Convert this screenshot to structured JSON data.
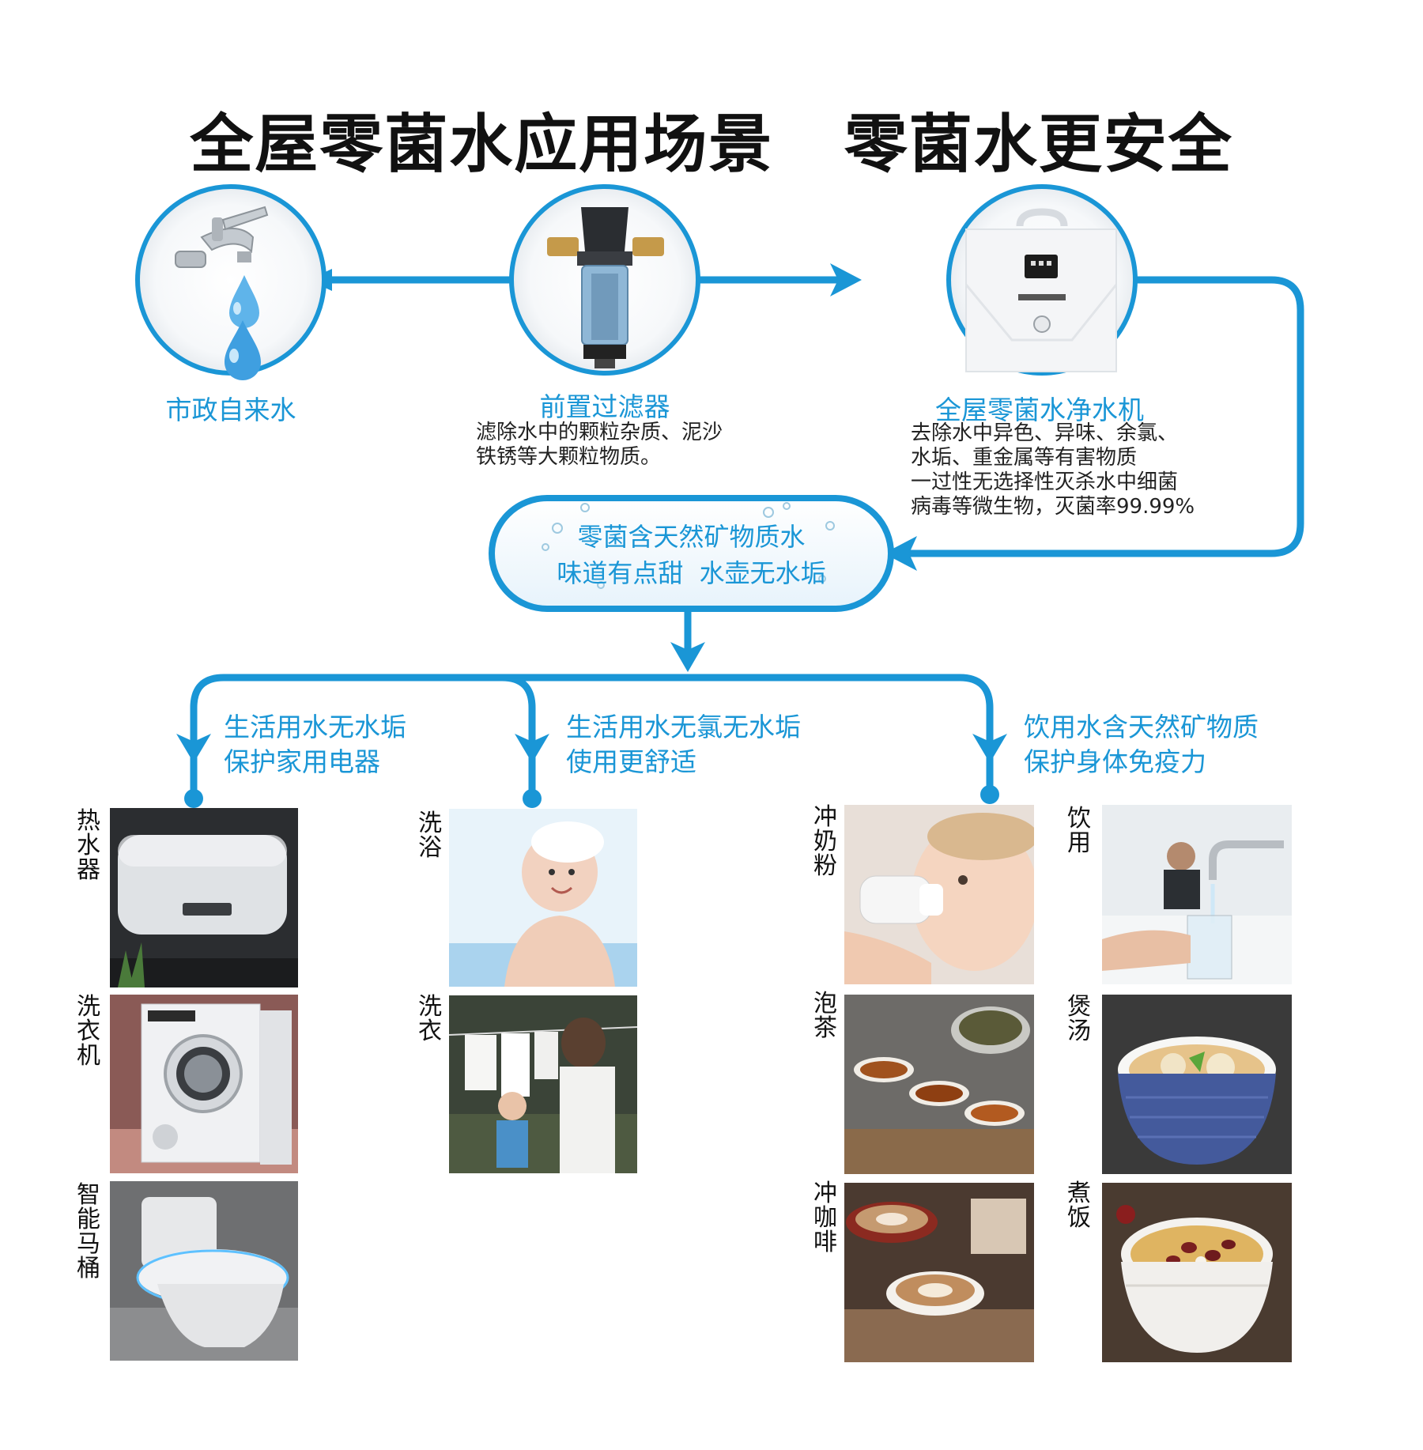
{
  "title": "全屋零菌水应用场景   零菌水更安全",
  "colors": {
    "accent": "#1a96d6",
    "title": "#111111"
  },
  "nodes": {
    "tap": {
      "label": "市政自来水",
      "icon": "faucet-icon"
    },
    "prefilter": {
      "label": "前置过滤器",
      "desc_lines": [
        "滤除水中的颗粒杂质、泥沙",
        "铁锈等大颗粒物质。"
      ],
      "icon": "prefilter-icon"
    },
    "purifier": {
      "label": "全屋零菌水净水机",
      "desc_lines": [
        "去除水中异色、异味、余氯、",
        "水垢、重金属等有害物质",
        "一过性无选择性灭杀水中细菌",
        "病毒等微生物，灭菌率99.99%"
      ],
      "icon": "purifier-icon"
    }
  },
  "center": {
    "lines": [
      "零菌含天然矿物质水",
      "味道有点甜  水壶无水垢"
    ]
  },
  "branches": [
    {
      "lines": [
        "生活用水无水垢",
        "保护家用电器"
      ]
    },
    {
      "lines": [
        "生活用水无氯无水垢",
        "使用更舒适"
      ]
    },
    {
      "lines": [
        "饮用水含天然矿物质",
        "保护身体免疫力"
      ]
    }
  ],
  "scenes": {
    "water_heater": "热水器",
    "washing_machine": "洗衣机",
    "smart_toilet": "智能马桶",
    "bathing": "洗浴",
    "laundry": "洗衣",
    "baby_formula": "冲奶粉",
    "tea": "泡茶",
    "coffee": "冲咖啡",
    "drinking": "饮用",
    "soup": "煲汤",
    "rice": "煮饭"
  }
}
